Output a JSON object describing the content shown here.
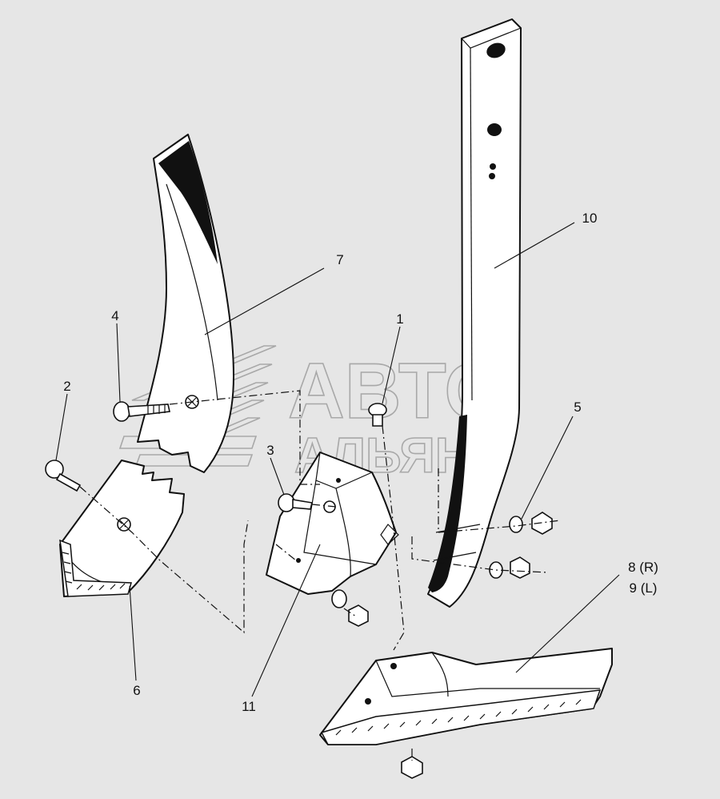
{
  "watermark": {
    "line1": "АВТО",
    "line2": "АЛЬЯНС",
    "logo_icon": "wing-logo-icon"
  },
  "callouts": [
    {
      "id": "1",
      "text": "1"
    },
    {
      "id": "2",
      "text": "2"
    },
    {
      "id": "3",
      "text": "3"
    },
    {
      "id": "4",
      "text": "4"
    },
    {
      "id": "5",
      "text": "5"
    },
    {
      "id": "6",
      "text": "6"
    },
    {
      "id": "7",
      "text": "7"
    },
    {
      "id": "8",
      "text": "8 (R)"
    },
    {
      "id": "9",
      "text": "9 (L)"
    },
    {
      "id": "10",
      "text": "10"
    },
    {
      "id": "11",
      "text": "11"
    }
  ],
  "colors": {
    "background": "#e6e6e6",
    "ink": "#111111",
    "watermark": "#a8a8a8"
  }
}
